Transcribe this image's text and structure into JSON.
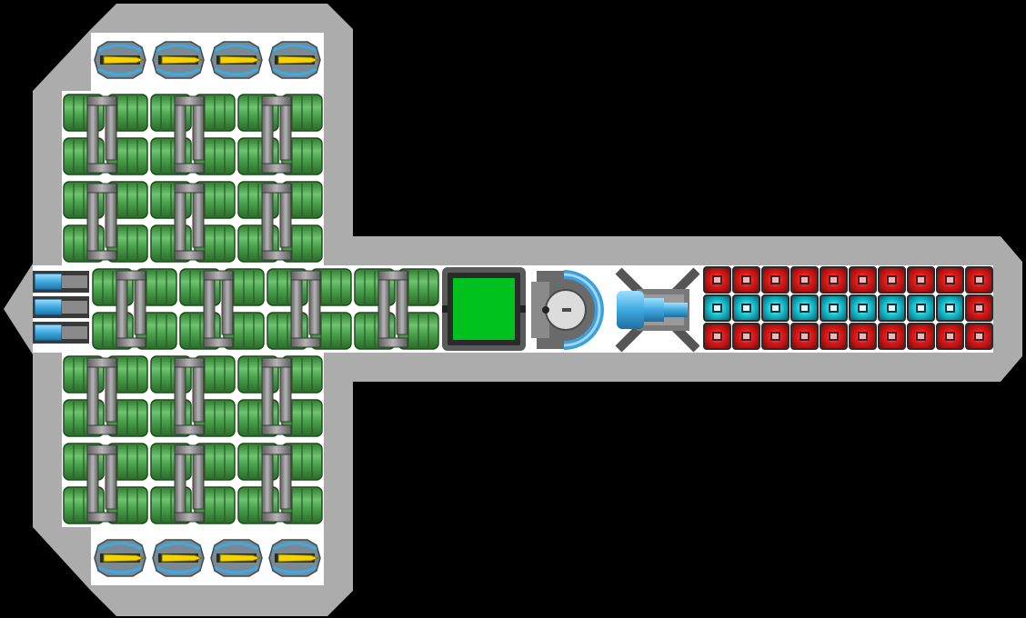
{
  "scene": {
    "name": "ship-blueprint-view",
    "colors": {
      "background": "#000000",
      "hull": "#acacac",
      "deck": "#ffffff",
      "pipe_green": "#3f9a3f",
      "pipe_green_light": "#7ed07e",
      "pipe_gray": "#8b8b8b",
      "control_green": "#00c21e",
      "laser_red": "#e01919",
      "laser_cyan": "#19c9d8",
      "thruster_blue": "#1f8fd0",
      "thruster_yellow": "#f4d400"
    }
  },
  "modules": {
    "engines_top": {
      "count": 4,
      "icon": "thruster-icon"
    },
    "engines_bottom": {
      "count": 4,
      "icon": "thruster-icon"
    },
    "reactor_blocks_top": {
      "rows": 2,
      "cols": 3,
      "icon": "reactor-pipe-icon"
    },
    "reactor_blocks_bottom": {
      "rows": 2,
      "cols": 3,
      "icon": "reactor-pipe-icon"
    },
    "reactor_spine": {
      "count": 4,
      "icon": "reactor-pipe-icon"
    },
    "rear_nozzles": {
      "count": 3,
      "icon": "nozzle-icon"
    },
    "bridge": {
      "icon": "bridge-screen-icon"
    },
    "shield_generator": {
      "icon": "shield-generator-icon"
    },
    "cannon": {
      "icon": "cannon-icon"
    },
    "weapon_grid": {
      "rows": [
        [
          "red",
          "red",
          "red",
          "red",
          "red",
          "red",
          "red",
          "red",
          "red",
          "red"
        ],
        [
          "cyan",
          "cyan",
          "cyan",
          "cyan",
          "cyan",
          "cyan",
          "cyan",
          "cyan",
          "cyan",
          "red"
        ],
        [
          "red",
          "red",
          "red",
          "red",
          "red",
          "red",
          "red",
          "red",
          "red",
          "red"
        ]
      ],
      "icon": "laser-module-icon"
    }
  }
}
